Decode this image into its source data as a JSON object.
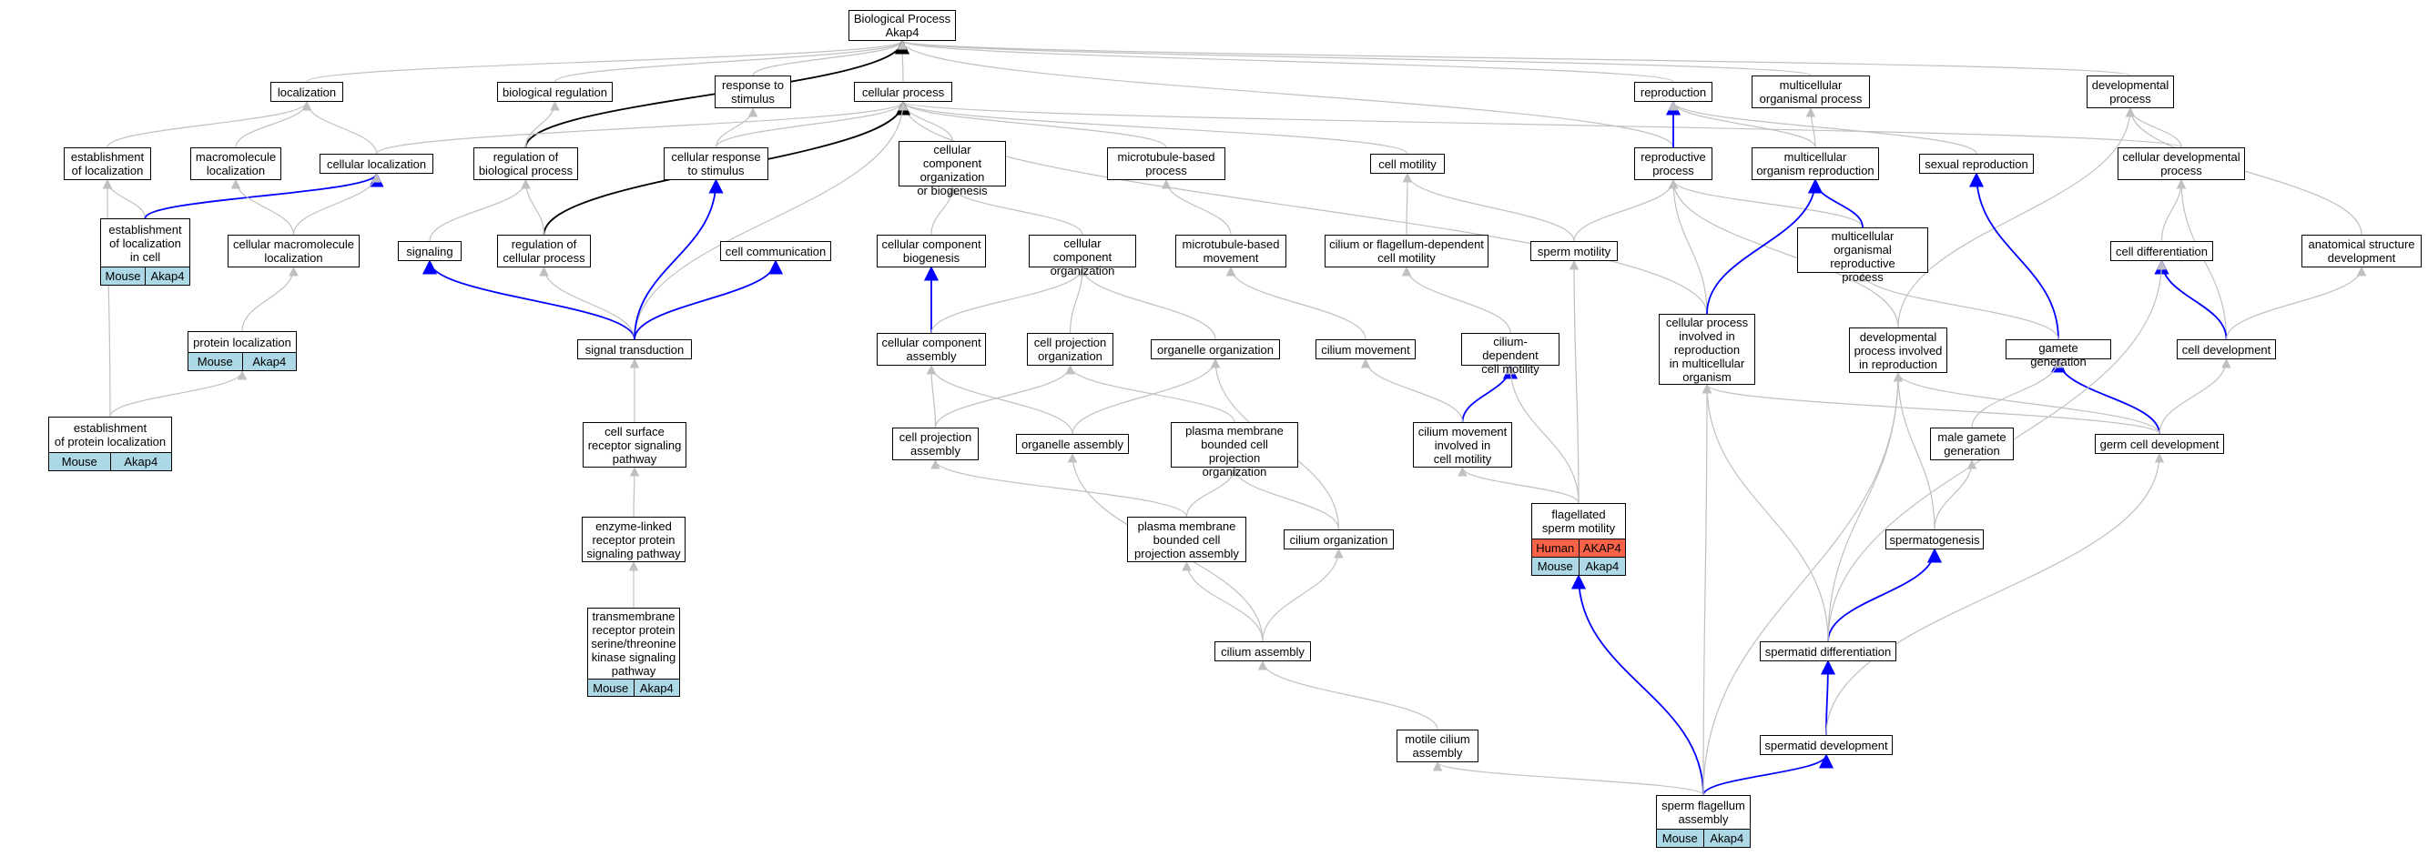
{
  "colors": {
    "edge_gray": "#c0c0c0",
    "edge_blue": "#0000ff",
    "edge_black": "#000000",
    "mouse": "#add8e6",
    "human": "#fa6347"
  },
  "nodes": {
    "root": {
      "label": "Biological Process\nAkap4"
    },
    "localization": {
      "label": "localization"
    },
    "biological_regulation": {
      "label": "biological regulation"
    },
    "response_to_stimulus": {
      "label": "response to\nstimulus"
    },
    "cellular_process": {
      "label": "cellular process"
    },
    "reproduction": {
      "label": "reproduction"
    },
    "multicellular_organismal_process": {
      "label": "multicellular\norganismal process"
    },
    "developmental_process": {
      "label": "developmental\nprocess"
    },
    "establishment_of_localization": {
      "label": "establishment\nof localization"
    },
    "macromolecule_localization": {
      "label": "macromolecule\nlocalization"
    },
    "cellular_localization": {
      "label": "cellular localization"
    },
    "regulation_of_biological_process": {
      "label": "regulation of\nbiological process"
    },
    "cellular_response_to_stimulus": {
      "label": "cellular response\nto stimulus"
    },
    "ccob": {
      "label": "cellular component\norganization\nor biogenesis"
    },
    "microtubule_based_process": {
      "label": "microtubule-based\nprocess"
    },
    "cell_motility": {
      "label": "cell motility"
    },
    "reproductive_process": {
      "label": "reproductive\nprocess"
    },
    "multicellular_organism_reproduction": {
      "label": "multicellular\norganism reproduction"
    },
    "sexual_reproduction": {
      "label": "sexual reproduction"
    },
    "cellular_developmental_process": {
      "label": "cellular developmental\nprocess"
    },
    "establishment_of_localization_in_cell": {
      "label": "establishment\nof localization\nin cell",
      "species": "Mouse",
      "gene": "Akap4"
    },
    "signaling": {
      "label": "signaling"
    },
    "regulation_of_cellular_process": {
      "label": "regulation of\ncellular process"
    },
    "cell_communication": {
      "label": "cell communication"
    },
    "cellular_macromolecule_localization": {
      "label": "cellular macromolecule\nlocalization"
    },
    "cellular_component_biogenesis": {
      "label": "cellular component\nbiogenesis"
    },
    "cellular_component_organization": {
      "label": "cellular component\norganization"
    },
    "microtubule_based_movement": {
      "label": "microtubule-based\nmovement"
    },
    "cilium_or_flagellum_dependent_cell_motility": {
      "label": "cilium or flagellum-dependent\ncell motility"
    },
    "sperm_motility": {
      "label": "sperm motility"
    },
    "multicellular_organismal_reproductive_process": {
      "label": "multicellular\norganismal reproductive\nprocess"
    },
    "cell_differentiation": {
      "label": "cell differentiation"
    },
    "anatomical_structure_development": {
      "label": "anatomical structure\ndevelopment"
    },
    "protein_localization": {
      "label": "protein localization",
      "species": "Mouse",
      "gene": "Akap4"
    },
    "signal_transduction": {
      "label": "signal transduction"
    },
    "cellular_component_assembly": {
      "label": "cellular component\nassembly"
    },
    "cell_projection_organization": {
      "label": "cell projection\norganization"
    },
    "organelle_organization": {
      "label": "organelle organization"
    },
    "cilium_movement": {
      "label": "cilium movement"
    },
    "cilium_dependent_cell_motility": {
      "label": "cilium-dependent\ncell motility"
    },
    "cpirmo": {
      "label": "cellular process\ninvolved in\nreproduction\nin multicellular\norganism"
    },
    "dpir": {
      "label": "developmental\nprocess involved\nin reproduction"
    },
    "gamete_generation": {
      "label": "gamete generation"
    },
    "cell_development": {
      "label": "cell development"
    },
    "establishment_of_protein_localization": {
      "label": "establishment\nof protein localization",
      "species": "Mouse",
      "gene": "Akap4"
    },
    "cell_surface_receptor_signaling_pathway": {
      "label": "cell surface\nreceptor signaling\npathway"
    },
    "cell_projection_assembly": {
      "label": "cell projection\nassembly"
    },
    "organelle_assembly": {
      "label": "organelle assembly"
    },
    "pmbcpo": {
      "label": "plasma membrane\nbounded cell\nprojection organization"
    },
    "cilium_movement_involved_in_cell_motility": {
      "label": "cilium movement\ninvolved in\ncell motility"
    },
    "male_gamete_generation": {
      "label": "male gamete\ngeneration"
    },
    "germ_cell_development": {
      "label": "germ cell development"
    },
    "enzyme_linked_receptor_protein_signaling_pathway": {
      "label": "enzyme-linked\nreceptor protein\nsignaling pathway"
    },
    "pmbcpa": {
      "label": "plasma membrane\nbounded cell\nprojection assembly"
    },
    "cilium_organization": {
      "label": "cilium organization"
    },
    "flagellated_sperm_motility": {
      "label": "flagellated\nsperm motility",
      "species": "Mouse",
      "gene": "Akap4",
      "human_species": "Human",
      "human_gene": "AKAP4"
    },
    "spermatogenesis": {
      "label": "spermatogenesis"
    },
    "tmrpstk": {
      "label": "transmembrane\nreceptor protein\nserine/threonine\nkinase signaling\npathway",
      "species": "Mouse",
      "gene": "Akap4"
    },
    "cilium_assembly": {
      "label": "cilium assembly"
    },
    "spermatid_differentiation": {
      "label": "spermatid differentiation"
    },
    "motile_cilium_assembly": {
      "label": "motile cilium\nassembly"
    },
    "spermatid_development": {
      "label": "spermatid development"
    },
    "sperm_flagellum_assembly": {
      "label": "sperm flagellum\nassembly",
      "species": "Mouse",
      "gene": "Akap4"
    }
  },
  "edges": [
    {
      "from": "localization",
      "to": "root",
      "color": "gray"
    },
    {
      "from": "biological_regulation",
      "to": "root",
      "color": "gray"
    },
    {
      "from": "response_to_stimulus",
      "to": "root",
      "color": "gray"
    },
    {
      "from": "cellular_process",
      "to": "root",
      "color": "gray"
    },
    {
      "from": "reproduction",
      "to": "root",
      "color": "gray"
    },
    {
      "from": "multicellular_organismal_process",
      "to": "root",
      "color": "gray"
    },
    {
      "from": "developmental_process",
      "to": "root",
      "color": "gray"
    },
    {
      "from": "regulation_of_biological_process",
      "to": "root",
      "color": "black"
    },
    {
      "from": "reproductive_process",
      "to": "root",
      "color": "gray"
    },
    {
      "from": "establishment_of_localization",
      "to": "localization",
      "color": "gray"
    },
    {
      "from": "macromolecule_localization",
      "to": "localization",
      "color": "gray"
    },
    {
      "from": "cellular_localization",
      "to": "localization",
      "color": "gray"
    },
    {
      "from": "regulation_of_biological_process",
      "to": "biological_regulation",
      "color": "gray"
    },
    {
      "from": "cellular_response_to_stimulus",
      "to": "response_to_stimulus",
      "color": "gray"
    },
    {
      "from": "cellular_localization",
      "to": "cellular_process",
      "color": "gray"
    },
    {
      "from": "cellular_response_to_stimulus",
      "to": "cellular_process",
      "color": "gray"
    },
    {
      "from": "ccob",
      "to": "cellular_process",
      "color": "gray"
    },
    {
      "from": "microtubule_based_process",
      "to": "cellular_process",
      "color": "gray"
    },
    {
      "from": "cell_motility",
      "to": "cellular_process",
      "color": "gray"
    },
    {
      "from": "cellular_developmental_process",
      "to": "cellular_process",
      "color": "gray"
    },
    {
      "from": "cpirmo",
      "to": "cellular_process",
      "color": "gray"
    },
    {
      "from": "regulation_of_cellular_process",
      "to": "cellular_process",
      "color": "black"
    },
    {
      "from": "signal_transduction",
      "to": "cellular_process",
      "color": "gray"
    },
    {
      "from": "reproductive_process",
      "to": "reproduction",
      "color": "blue"
    },
    {
      "from": "multicellular_organism_reproduction",
      "to": "reproduction",
      "color": "gray"
    },
    {
      "from": "sexual_reproduction",
      "to": "reproduction",
      "color": "gray"
    },
    {
      "from": "multicellular_organism_reproduction",
      "to": "multicellular_organismal_process",
      "color": "gray"
    },
    {
      "from": "cellular_developmental_process",
      "to": "developmental_process",
      "color": "gray"
    },
    {
      "from": "anatomical_structure_development",
      "to": "developmental_process",
      "color": "gray"
    },
    {
      "from": "dpir",
      "to": "developmental_process",
      "color": "gray"
    },
    {
      "from": "establishment_of_localization_in_cell",
      "to": "establishment_of_localization",
      "color": "gray"
    },
    {
      "from": "establishment_of_localization_in_cell",
      "to": "cellular_localization",
      "color": "blue"
    },
    {
      "from": "establishment_of_protein_localization",
      "to": "establishment_of_localization",
      "color": "gray"
    },
    {
      "from": "cellular_macromolecule_localization",
      "to": "macromolecule_localization",
      "color": "gray"
    },
    {
      "from": "cellular_macromolecule_localization",
      "to": "cellular_localization",
      "color": "gray"
    },
    {
      "from": "protein_localization",
      "to": "cellular_macromolecule_localization",
      "color": "gray"
    },
    {
      "from": "establishment_of_protein_localization",
      "to": "protein_localization",
      "color": "gray"
    },
    {
      "from": "signaling",
      "to": "regulation_of_biological_process",
      "color": "gray"
    },
    {
      "from": "regulation_of_cellular_process",
      "to": "regulation_of_biological_process",
      "color": "gray"
    },
    {
      "from": "signal_transduction",
      "to": "signaling",
      "color": "blue"
    },
    {
      "from": "signal_transduction",
      "to": "regulation_of_cellular_process",
      "color": "gray"
    },
    {
      "from": "signal_transduction",
      "to": "cellular_response_to_stimulus",
      "color": "blue"
    },
    {
      "from": "signal_transduction",
      "to": "cell_communication",
      "color": "blue"
    },
    {
      "from": "cell_surface_receptor_signaling_pathway",
      "to": "signal_transduction",
      "color": "gray"
    },
    {
      "from": "enzyme_linked_receptor_protein_signaling_pathway",
      "to": "cell_surface_receptor_signaling_pathway",
      "color": "gray"
    },
    {
      "from": "tmrpstk",
      "to": "enzyme_linked_receptor_protein_signaling_pathway",
      "color": "gray"
    },
    {
      "from": "cellular_component_biogenesis",
      "to": "ccob",
      "color": "gray"
    },
    {
      "from": "cellular_component_organization",
      "to": "ccob",
      "color": "gray"
    },
    {
      "from": "cellular_component_assembly",
      "to": "cellular_component_biogenesis",
      "color": "blue"
    },
    {
      "from": "cellular_component_assembly",
      "to": "cellular_component_organization",
      "color": "gray"
    },
    {
      "from": "cell_projection_organization",
      "to": "cellular_component_organization",
      "color": "gray"
    },
    {
      "from": "organelle_organization",
      "to": "cellular_component_organization",
      "color": "gray"
    },
    {
      "from": "microtubule_based_movement",
      "to": "microtubule_based_process",
      "color": "gray"
    },
    {
      "from": "cilium_movement",
      "to": "microtubule_based_movement",
      "color": "gray"
    },
    {
      "from": "cilium_or_flagellum_dependent_cell_motility",
      "to": "cell_motility",
      "color": "gray"
    },
    {
      "from": "sperm_motility",
      "to": "cell_motility",
      "color": "gray"
    },
    {
      "from": "cilium_dependent_cell_motility",
      "to": "cilium_or_flagellum_dependent_cell_motility",
      "color": "gray"
    },
    {
      "from": "cilium_movement_involved_in_cell_motility",
      "to": "cilium_dependent_cell_motility",
      "color": "blue"
    },
    {
      "from": "cilium_movement_involved_in_cell_motility",
      "to": "cilium_movement",
      "color": "gray"
    },
    {
      "from": "flagellated_sperm_motility",
      "to": "cilium_dependent_cell_motility",
      "color": "gray"
    },
    {
      "from": "flagellated_sperm_motility",
      "to": "sperm_motility",
      "color": "gray"
    },
    {
      "from": "flagellated_sperm_motility",
      "to": "cilium_movement_involved_in_cell_motility",
      "color": "gray"
    },
    {
      "from": "sperm_motility",
      "to": "reproductive_process",
      "color": "gray"
    },
    {
      "from": "cpirmo",
      "to": "reproductive_process",
      "color": "gray"
    },
    {
      "from": "dpir",
      "to": "reproductive_process",
      "color": "gray"
    },
    {
      "from": "multicellular_organismal_reproductive_process",
      "to": "reproductive_process",
      "color": "gray"
    },
    {
      "from": "multicellular_organismal_reproductive_process",
      "to": "multicellular_organism_reproduction",
      "color": "blue"
    },
    {
      "from": "cpirmo",
      "to": "multicellular_organism_reproduction",
      "color": "blue"
    },
    {
      "from": "gamete_generation",
      "to": "sexual_reproduction",
      "color": "blue"
    },
    {
      "from": "gamete_generation",
      "to": "multicellular_organismal_reproductive_process",
      "color": "gray"
    },
    {
      "from": "cell_differentiation",
      "to": "cellular_developmental_process",
      "color": "gray"
    },
    {
      "from": "cell_development",
      "to": "cellular_developmental_process",
      "color": "gray"
    },
    {
      "from": "cell_development",
      "to": "cell_differentiation",
      "color": "blue"
    },
    {
      "from": "cell_development",
      "to": "anatomical_structure_development",
      "color": "gray"
    },
    {
      "from": "germ_cell_development",
      "to": "gamete_generation",
      "color": "blue"
    },
    {
      "from": "germ_cell_development",
      "to": "cell_development",
      "color": "gray"
    },
    {
      "from": "germ_cell_development",
      "to": "cpirmo",
      "color": "gray"
    },
    {
      "from": "germ_cell_development",
      "to": "dpir",
      "color": "gray"
    },
    {
      "from": "male_gamete_generation",
      "to": "gamete_generation",
      "color": "gray"
    },
    {
      "from": "spermatogenesis",
      "to": "male_gamete_generation",
      "color": "gray"
    },
    {
      "from": "spermatogenesis",
      "to": "dpir",
      "color": "gray"
    },
    {
      "from": "spermatid_differentiation",
      "to": "spermatogenesis",
      "color": "blue"
    },
    {
      "from": "spermatid_differentiation",
      "to": "cpirmo",
      "color": "gray"
    },
    {
      "from": "spermatid_differentiation",
      "to": "dpir",
      "color": "gray"
    },
    {
      "from": "spermatid_differentiation",
      "to": "cell_differentiation",
      "color": "gray"
    },
    {
      "from": "spermatid_development",
      "to": "spermatid_differentiation",
      "color": "blue"
    },
    {
      "from": "spermatid_development",
      "to": "germ_cell_development",
      "color": "gray"
    },
    {
      "from": "sperm_flagellum_assembly",
      "to": "spermatid_development",
      "color": "blue"
    },
    {
      "from": "sperm_flagellum_assembly",
      "to": "flagellated_sperm_motility",
      "color": "blue"
    },
    {
      "from": "sperm_flagellum_assembly",
      "to": "motile_cilium_assembly",
      "color": "gray"
    },
    {
      "from": "sperm_flagellum_assembly",
      "to": "cpirmo",
      "color": "gray"
    },
    {
      "from": "sperm_flagellum_assembly",
      "to": "dpir",
      "color": "gray"
    },
    {
      "from": "motile_cilium_assembly",
      "to": "cilium_assembly",
      "color": "gray"
    },
    {
      "from": "cilium_assembly",
      "to": "pmbcpa",
      "color": "gray"
    },
    {
      "from": "cilium_assembly",
      "to": "cilium_organization",
      "color": "gray"
    },
    {
      "from": "cilium_assembly",
      "to": "organelle_assembly",
      "color": "gray"
    },
    {
      "from": "pmbcpa",
      "to": "pmbcpo",
      "color": "gray"
    },
    {
      "from": "pmbcpa",
      "to": "cell_projection_assembly",
      "color": "gray"
    },
    {
      "from": "cilium_organization",
      "to": "pmbcpo",
      "color": "gray"
    },
    {
      "from": "cilium_organization",
      "to": "organelle_organization",
      "color": "gray"
    },
    {
      "from": "pmbcpo",
      "to": "cell_projection_organization",
      "color": "gray"
    },
    {
      "from": "cell_projection_assembly",
      "to": "cell_projection_organization",
      "color": "gray"
    },
    {
      "from": "cell_projection_assembly",
      "to": "cellular_component_assembly",
      "color": "gray"
    },
    {
      "from": "organelle_assembly",
      "to": "organelle_organization",
      "color": "gray"
    },
    {
      "from": "organelle_assembly",
      "to": "cellular_component_assembly",
      "color": "gray"
    }
  ]
}
